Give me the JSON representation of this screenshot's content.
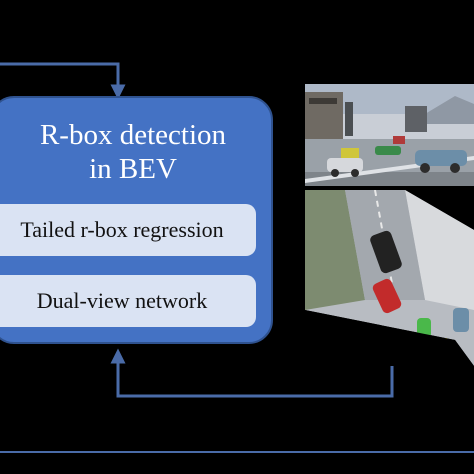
{
  "box": {
    "title_line1": "R-box detection",
    "title_line2": "in BEV"
  },
  "modules": [
    {
      "label": "Tailed r-box regression"
    },
    {
      "label": "Dual-view network"
    }
  ],
  "colors": {
    "box_fill": "#4472c4",
    "sub_box_fill": "#dae3f3",
    "arrow": "#4a6ba8",
    "background": "#000000"
  }
}
